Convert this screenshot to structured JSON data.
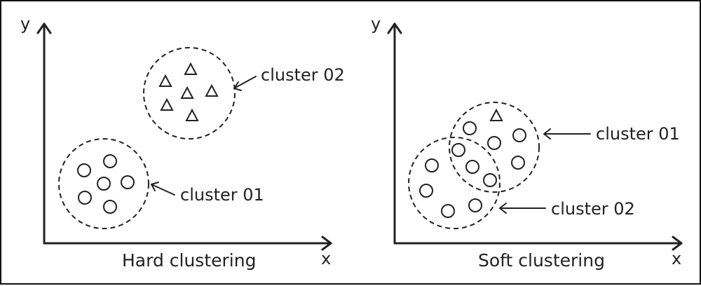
{
  "panels": [
    {
      "caption": "Hard clustering",
      "axes": {
        "x": "x",
        "y": "y"
      },
      "clusters": [
        {
          "label": "cluster 02",
          "marker": "triangle"
        },
        {
          "label": "cluster 01",
          "marker": "circle"
        }
      ]
    },
    {
      "caption": "Soft clustering",
      "axes": {
        "x": "x",
        "y": "y"
      },
      "clusters": [
        {
          "label": "cluster 01",
          "marker": "circle"
        },
        {
          "label": "cluster 02",
          "marker": "circle"
        }
      ]
    }
  ],
  "colors": {
    "line": "#222222",
    "background": "#ffffff"
  }
}
